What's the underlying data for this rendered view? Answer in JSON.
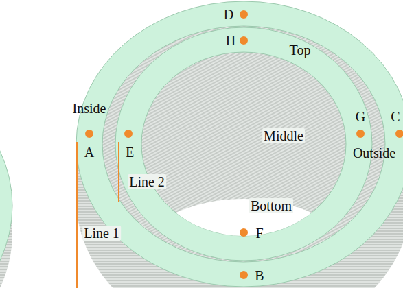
{
  "diagram": {
    "labels": [
      "D",
      "H",
      "Top",
      "Inside",
      "A",
      "E",
      "Middle",
      "G",
      "C",
      "Outside",
      "Line 2",
      "Bottom",
      "Line 1",
      "F",
      "B"
    ]
  }
}
